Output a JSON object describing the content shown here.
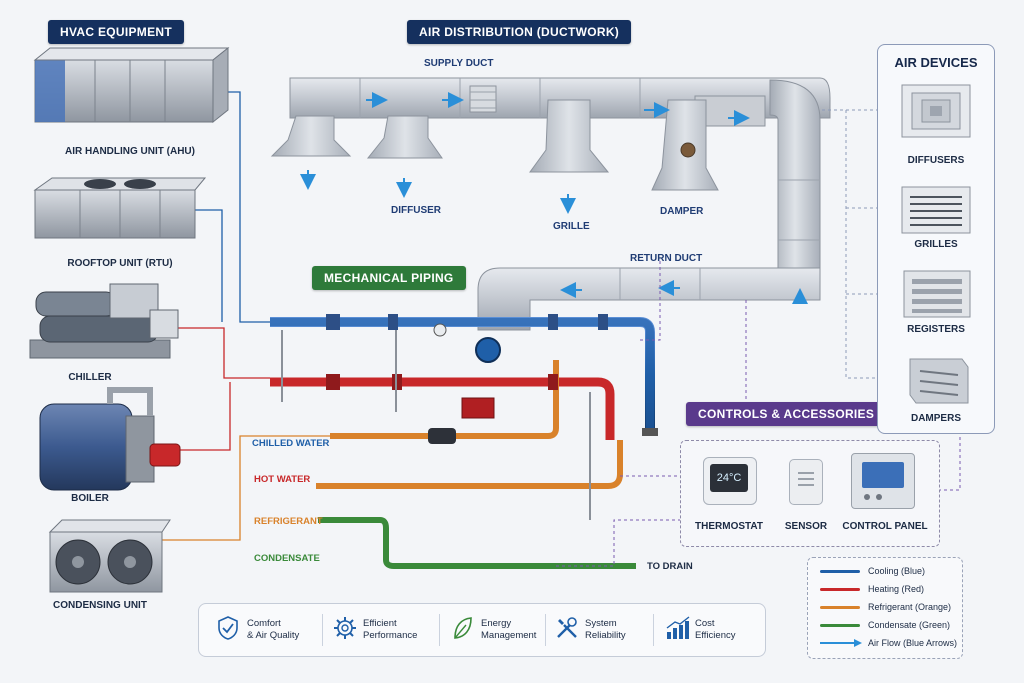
{
  "sections": {
    "equipment": "HVAC EQUIPMENT",
    "distribution": "AIR DISTRIBUTION (DUCTWORK)",
    "piping": "MECHANICAL PIPING",
    "air_devices": "AIR DEVICES",
    "controls": "CONTROLS & ACCESSORIES"
  },
  "equipment": [
    "AIR HANDLING UNIT (AHU)",
    "ROOFTOP UNIT (RTU)",
    "CHILLER",
    "BOILER",
    "CONDENSING UNIT"
  ],
  "ductwork": {
    "supply": "SUPPLY DUCT",
    "return": "RETURN DUCT",
    "diffuser": "DIFFUSER",
    "grille": "GRILLE",
    "damper": "DAMPER"
  },
  "piping": {
    "chilled": "CHILLED WATER",
    "hot": "HOT WATER",
    "refrigerant": "REFRIGERANT",
    "condensate": "CONDENSATE",
    "drain": "TO DRAIN"
  },
  "air_devices": [
    "DIFFUSERS",
    "GRILLES",
    "REGISTERS",
    "DAMPERS"
  ],
  "controls": {
    "thermostat": "THERMOSTAT",
    "thermostat_reading": "24°C",
    "sensor": "SENSOR",
    "panel": "CONTROL PANEL"
  },
  "legend": [
    {
      "label": "Cooling (Blue)",
      "color": "#1f5fa8"
    },
    {
      "label": "Heating (Red)",
      "color": "#c8282a"
    },
    {
      "label": "Refrigerant (Orange)",
      "color": "#d9822b"
    },
    {
      "label": "Condensate (Green)",
      "color": "#3a8a3a"
    },
    {
      "label": "Air Flow (Blue Arrows)",
      "color": "#2a8fd8"
    }
  ],
  "benefits": [
    {
      "line1": "Comfort",
      "line2": "& Air Quality",
      "icon": "shield-check-icon"
    },
    {
      "line1": "Efficient",
      "line2": "Performance",
      "icon": "gear-icon"
    },
    {
      "line1": "Energy",
      "line2": "Management",
      "icon": "leaf-icon"
    },
    {
      "line1": "System",
      "line2": "Reliability",
      "icon": "tools-icon"
    },
    {
      "line1": "Cost",
      "line2": "Efficiency",
      "icon": "chart-up-icon"
    }
  ],
  "colors": {
    "equipment_tag": "#15305e",
    "piping_tag": "#2e7a3a",
    "controls_tag": "#5a3a8c",
    "cooling": "#1f5fa8",
    "heating": "#c8282a",
    "refrigerant": "#d9822b",
    "condensate": "#3a8a3a",
    "airflow": "#2a8fd8"
  }
}
